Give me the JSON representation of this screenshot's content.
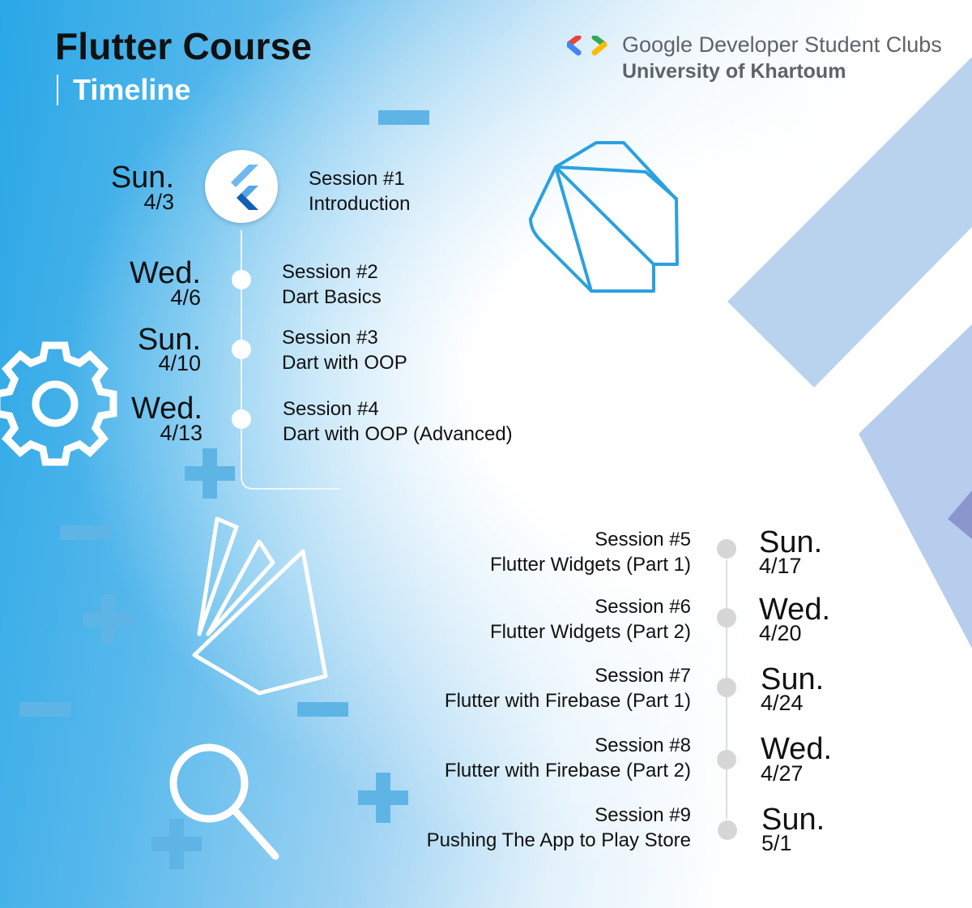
{
  "header": {
    "title": "Flutter Course",
    "subtitle": "Timeline"
  },
  "brand": {
    "name": "Google Developer Student Clubs",
    "chapter": "University of Khartoum",
    "colors": {
      "red": "#ea4335",
      "blue": "#4285f4",
      "green": "#34a853",
      "yellow": "#fbbc04"
    }
  },
  "icons": [
    "flutter-logo-icon",
    "dart-logo-icon",
    "gear-icon",
    "firebase-logo-icon",
    "search-icon",
    "plus-icon",
    "minus-icon"
  ],
  "sessions": [
    {
      "day": "Sun.",
      "date": "4/3",
      "number": "Session #1",
      "topic": "Introduction"
    },
    {
      "day": "Wed.",
      "date": "4/6",
      "number": "Session #2",
      "topic": "Dart Basics"
    },
    {
      "day": "Sun.",
      "date": "4/10",
      "number": "Session #3",
      "topic": "Dart with OOP"
    },
    {
      "day": "Wed.",
      "date": "4/13",
      "number": "Session #4",
      "topic": "Dart with OOP (Advanced)"
    },
    {
      "day": "Sun.",
      "date": "4/17",
      "number": "Session #5",
      "topic": "Flutter Widgets (Part 1)"
    },
    {
      "day": "Wed.",
      "date": "4/20",
      "number": "Session #6",
      "topic": "Flutter Widgets (Part 2)"
    },
    {
      "day": "Sun.",
      "date": "4/24",
      "number": "Session #7",
      "topic": "Flutter with Firebase (Part 1)"
    },
    {
      "day": "Wed.",
      "date": "4/27",
      "number": "Session #8",
      "topic": "Flutter with Firebase (Part 2)"
    },
    {
      "day": "Sun.",
      "date": "5/1",
      "number": "Session #9",
      "topic": "Pushing The App to Play Store"
    }
  ]
}
